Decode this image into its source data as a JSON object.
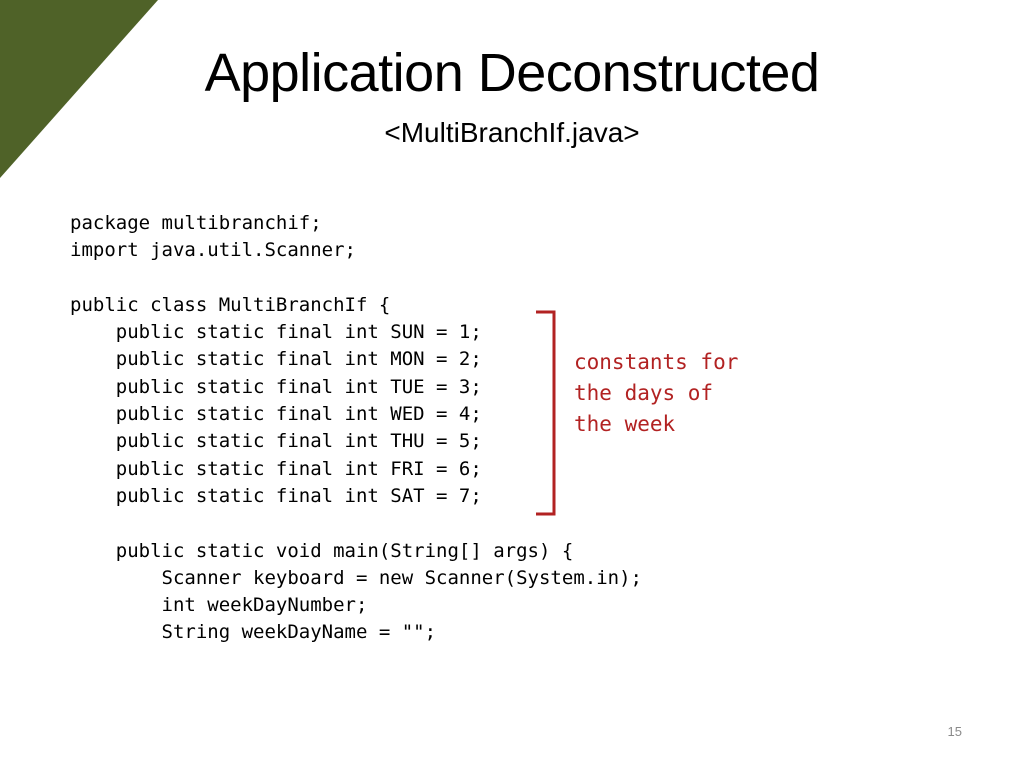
{
  "slide": {
    "title": "Application Deconstructed",
    "subtitle": "<MultiBranchIf.java>",
    "page_number": "15",
    "accent_color": "#4f6228"
  },
  "code": {
    "lines": [
      "package multibranchif;",
      "import java.util.Scanner;",
      "",
      "public class MultiBranchIf {",
      "    public static final int SUN = 1;",
      "    public static final int MON = 2;",
      "    public static final int TUE = 3;",
      "    public static final int WED = 4;",
      "    public static final int THU = 5;",
      "    public static final int FRI = 6;",
      "    public static final int SAT = 7;",
      "",
      "    public static void main(String[] args) {",
      "        Scanner keyboard = new Scanner(System.in);",
      "        int weekDayNumber;",
      "        String weekDayName = \"\";"
    ]
  },
  "annotation": {
    "lines": [
      "constants for",
      "the days of",
      "the week"
    ],
    "color": "#b22222"
  }
}
